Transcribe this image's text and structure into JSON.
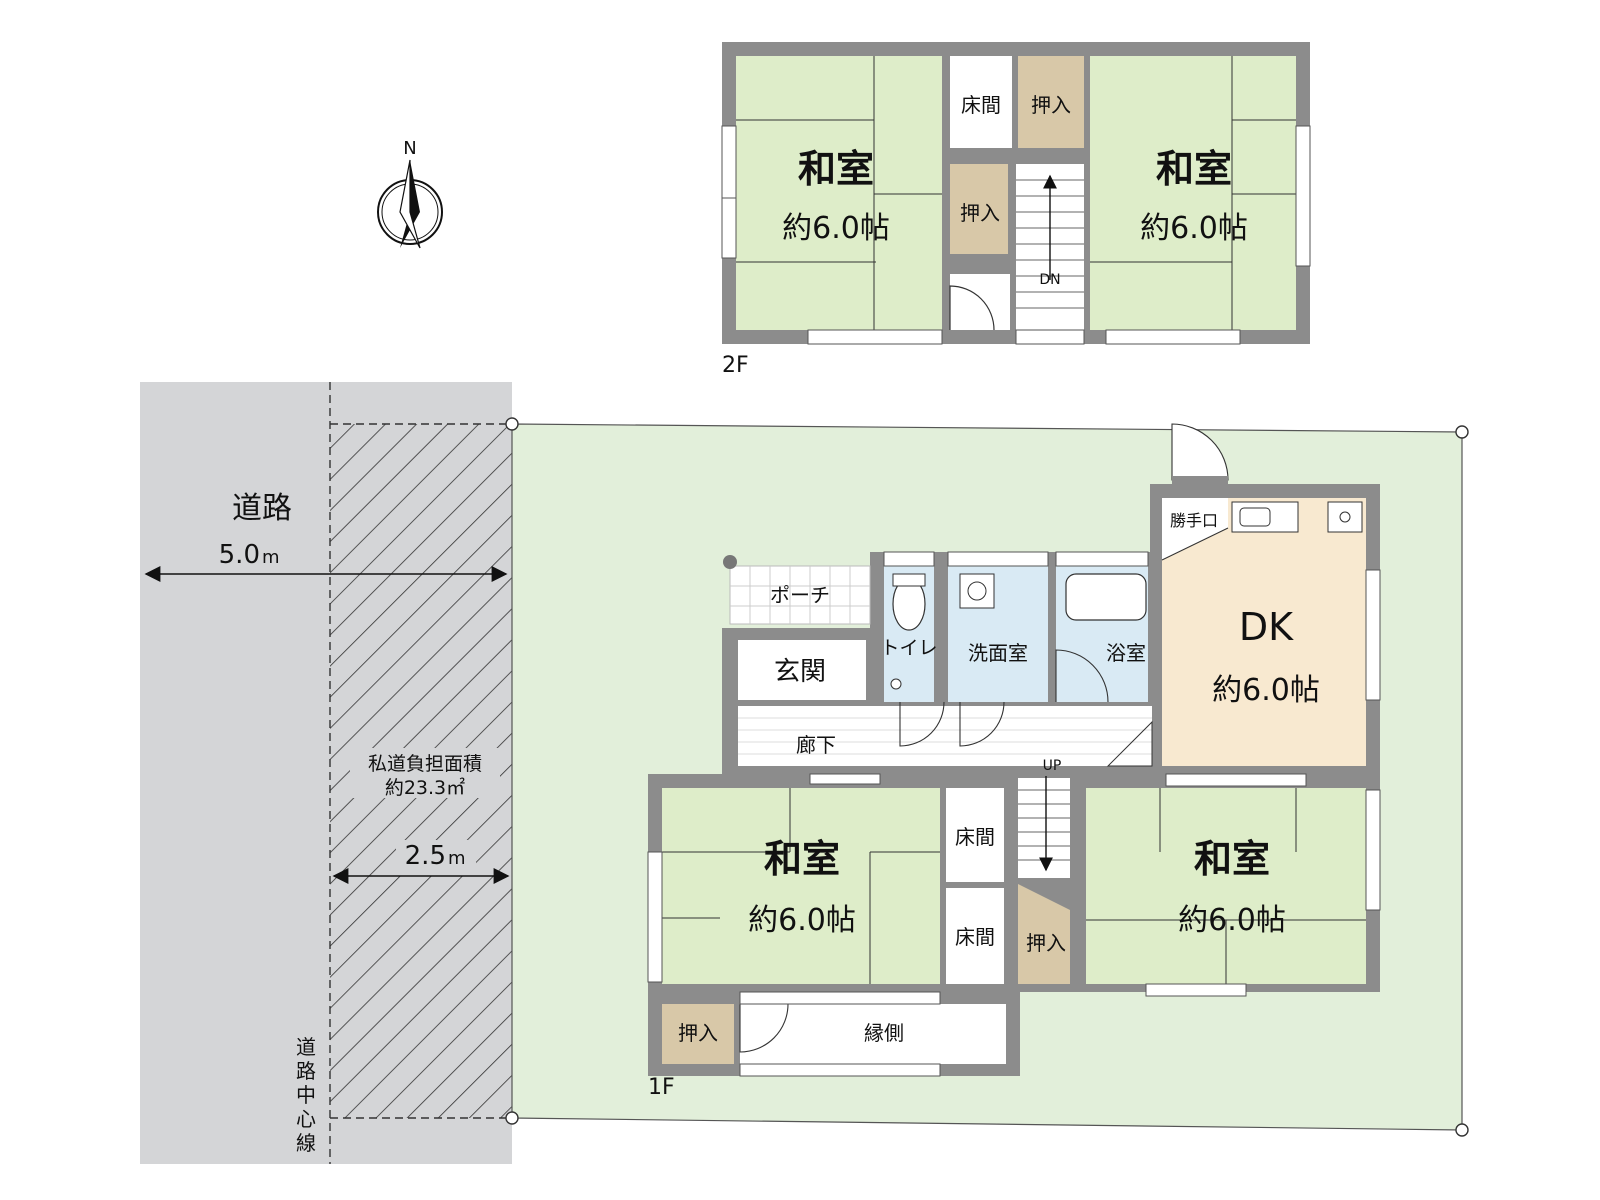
{
  "compass": {
    "north_label": "N"
  },
  "floor2": {
    "floor_label": "2F",
    "room_left": {
      "name": "和室",
      "size": "約6.0帖"
    },
    "room_right": {
      "name": "和室",
      "size": "約6.0帖"
    },
    "alcove": "床間",
    "closet_top": "押入",
    "closet_mid": "押入",
    "stair_label": "DN"
  },
  "floor1": {
    "floor_label": "1F",
    "porch": "ポーチ",
    "entrance": "玄関",
    "toilet": "トイレ",
    "washroom": "洗面室",
    "bathroom": "浴室",
    "back_door": "勝手口",
    "dk": {
      "name": "DK",
      "size": "約6.0帖"
    },
    "hallway": "廊下",
    "stair_label": "UP",
    "room_left": {
      "name": "和室",
      "size": "約6.0帖"
    },
    "room_right": {
      "name": "和室",
      "size": "約6.0帖"
    },
    "alcove_top": "床間",
    "alcove_bottom": "床間",
    "closet_stair": "押入",
    "closet_veranda": "押入",
    "veranda": "縁側"
  },
  "road": {
    "name": "道路",
    "width": "5.0",
    "width_unit": "m",
    "private_road_label": "私道負担面積",
    "private_road_area": "約23.3㎡",
    "setback": "2.5",
    "setback_unit": "m",
    "centerline_label": [
      "道",
      "路",
      "中",
      "心",
      "線"
    ]
  },
  "colors": {
    "road": "#d4d5d7",
    "lot": "#e2efda",
    "tatami": "#deedc9",
    "wet_room": "#d9eaf4",
    "dk_floor": "#f8e9d0",
    "closet": "#d8c8a8",
    "wall": "#8c8c8c"
  }
}
